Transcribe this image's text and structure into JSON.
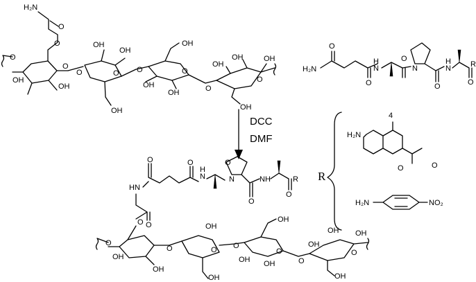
{
  "reaction": {
    "reagent_1": "DCC",
    "reagent_2": "DMF"
  },
  "labels": {
    "OH": "OH",
    "O": "O",
    "N": "N",
    "H2N": "H₂N",
    "HN": "HN",
    "NH": "NH",
    "H": "H",
    "R": "R",
    "NO2": "NO₂"
  },
  "r_group": {
    "symbol": "R"
  }
}
